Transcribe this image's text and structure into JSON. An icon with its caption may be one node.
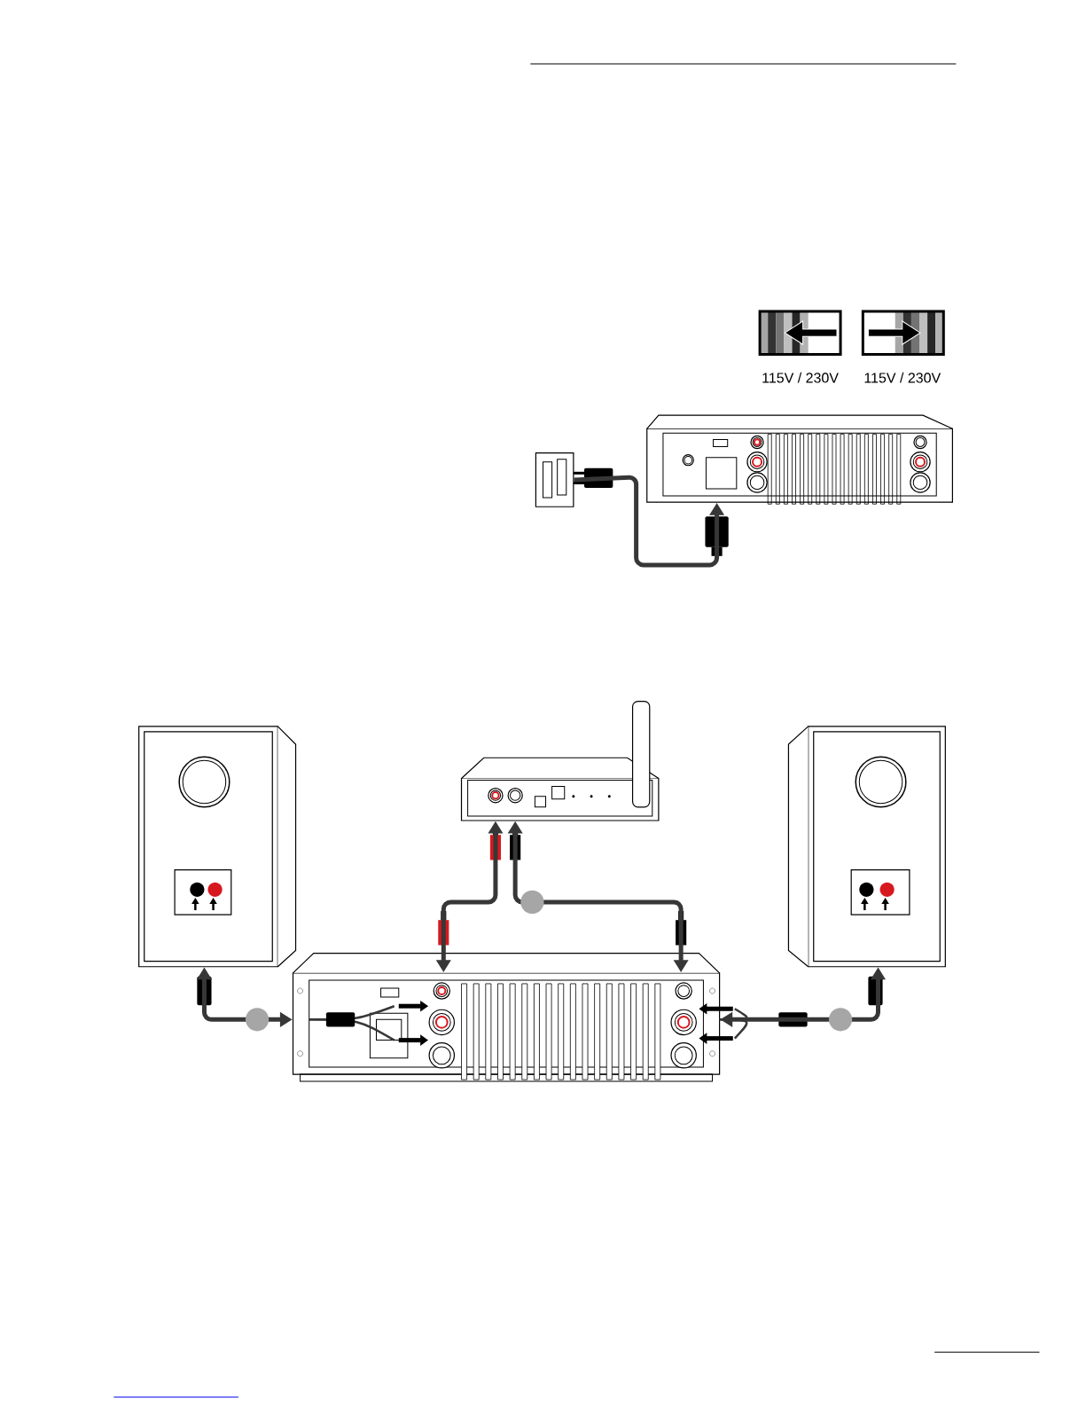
{
  "diagram": {
    "nodes": [
      {
        "text": [],
        "shape": "box"
      },
      {
        "text": [],
        "shape": "box"
      },
      {
        "text": [],
        "shape": "box"
      },
      {
        "text": [],
        "shape": "box"
      },
      {
        "text": [],
        "shape": "box"
      },
      {
        "text": [],
        "shape": "box"
      }
    ],
    "edges": [
      {
        "from": 0,
        "to": 1,
        "arrow": "to"
      },
      {
        "from": 2,
        "to": 4,
        "arrow": "both"
      },
      {
        "from": 2,
        "to": 4,
        "arrow": "both"
      },
      {
        "from": 3,
        "to": 4,
        "arrow": "both"
      },
      {
        "from": 5,
        "to": 4,
        "arrow": "both"
      }
    ],
    "labels": [
      "115V / 230V",
      "115V / 230V"
    ]
  }
}
